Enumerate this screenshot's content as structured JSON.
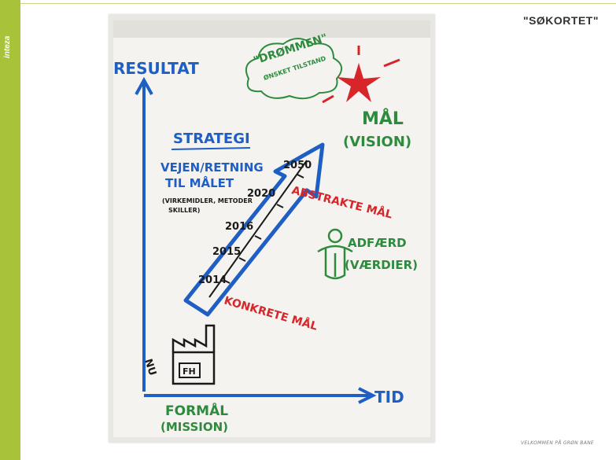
{
  "brand": {
    "label": "inteza"
  },
  "slide": {
    "title": "\"SØKORTET\"",
    "footer": "VELKOMMEN PÅ GRØN BANE"
  },
  "chart_data": {
    "type": "other",
    "xlabel": "TID",
    "ylabel": "RESULTAT",
    "labels": {
      "dream_title": "\"DRØMMEN\"",
      "dream_sub": "ØNSKET TILSTAND",
      "goal": "MÅL",
      "vision": "(VISION)",
      "strategy": "STRATEGI",
      "way1": "VEJEN/RETNING",
      "way2": "TIL MÅLET",
      "note1": "(VIRKEMIDLER, METODER",
      "note2": "SKILLER)",
      "abstract": "ABSTRAKTE MÅL",
      "concrete": "KONKRETE MÅL",
      "behavior1": "ADFÆRD",
      "behavior2": "(VÆRDIER)",
      "now": "NU",
      "factory": "FH",
      "purpose1": "FORMÅL",
      "purpose2": "(MISSION)"
    },
    "years": [
      "2014",
      "2015",
      "2016",
      "2020",
      "2050"
    ],
    "colors": {
      "blue": "#1f5fc4",
      "green": "#2e8b3e",
      "red": "#d6262a",
      "black": "#1a1a1a"
    }
  }
}
